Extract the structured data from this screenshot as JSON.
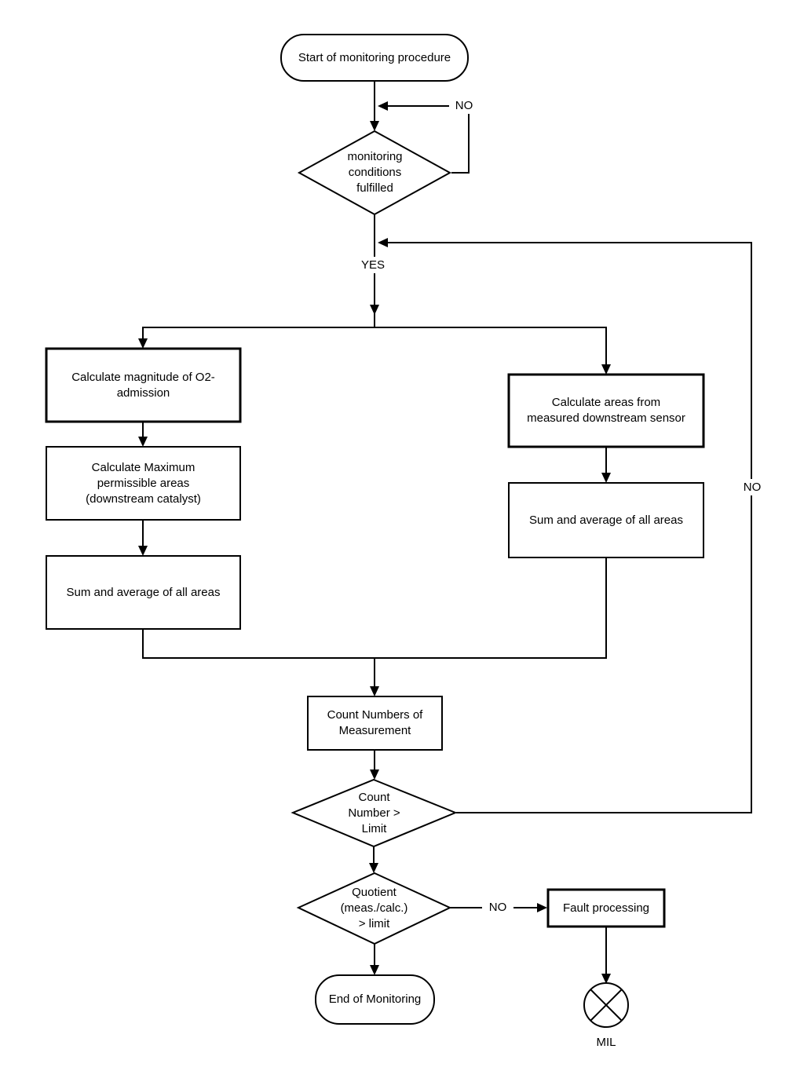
{
  "diagram": {
    "type": "flowchart",
    "colors": {
      "line": "#000000",
      "background": "#ffffff",
      "text": "#000000"
    },
    "nodes": {
      "start": "Start of monitoring procedure",
      "monitoring_conditions": "monitoring\nconditions\nfulfilled",
      "calc_o2_admission": "Calculate magnitude of O2-\nadmission",
      "calc_max_permissible": "Calculate Maximum\npermissible areas\n(downstream catalyst)",
      "sum_average_left": "Sum and average of all areas",
      "calc_areas_measured": "Calculate areas from\nmeasured downstream sensor",
      "sum_average_right": "Sum and average of all areas",
      "count_numbers": "Count Numbers of\nMeasurement",
      "count_limit": "Count\nNumber >\nLimit",
      "quotient_limit": "Quotient\n(meas./calc.)\n> limit",
      "fault_processing": "Fault processing",
      "end": "End of Monitoring",
      "mil": "MIL"
    },
    "edge_labels": {
      "no_conditions": "NO",
      "yes": "YES",
      "no_count": "NO",
      "no_quotient": "NO"
    }
  }
}
